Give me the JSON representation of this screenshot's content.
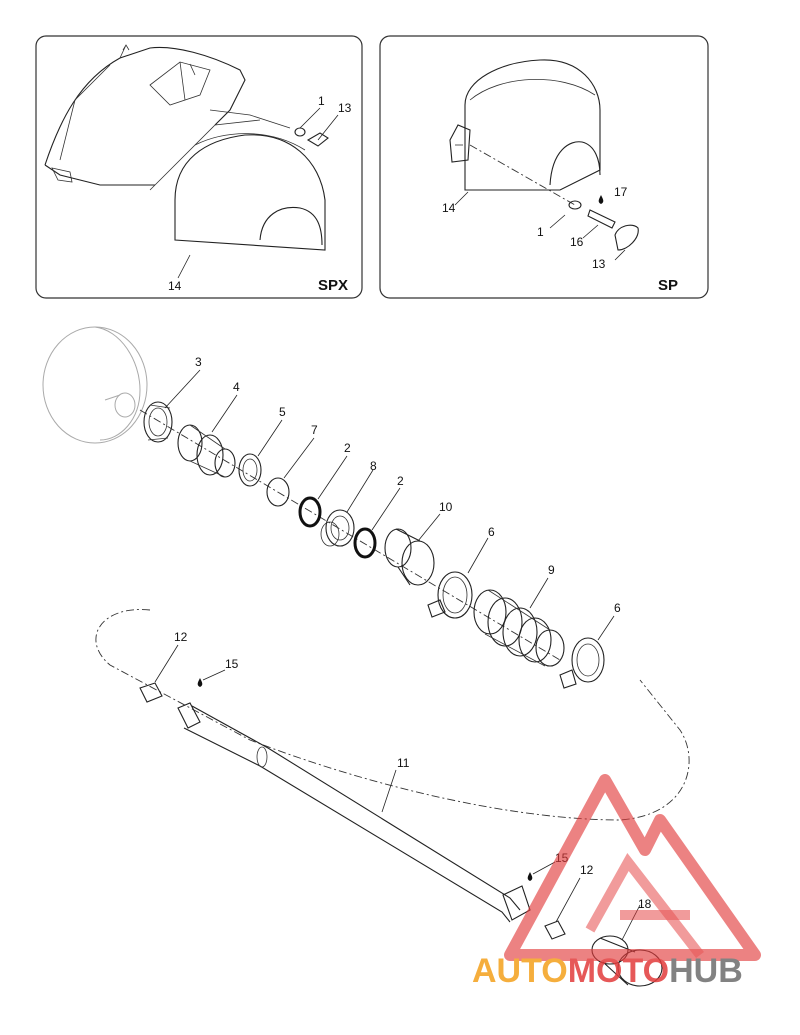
{
  "panels": {
    "left": {
      "label": "SPX"
    },
    "right": {
      "label": "SP"
    }
  },
  "callouts": {
    "spx_1": "1",
    "spx_13": "13",
    "spx_14": "14",
    "sp_17": "17",
    "sp_14": "14",
    "sp_1": "1",
    "sp_16": "16",
    "sp_13": "13",
    "m_3": "3",
    "m_4": "4",
    "m_5": "5",
    "m_7": "7",
    "m_2a": "2",
    "m_8": "8",
    "m_2b": "2",
    "m_10": "10",
    "m_6a": "6",
    "m_9": "9",
    "m_6b": "6",
    "m_12a": "12",
    "m_15a": "15",
    "m_11": "11",
    "m_15b": "15",
    "m_12b": "12",
    "m_18": "18"
  },
  "watermark": {
    "part1": "AUTO",
    "part2": "MOTO",
    "part3": "HUB"
  },
  "colors": {
    "watermark_red": "#e23b3b",
    "watermark_orange": "#f4a11c",
    "watermark_gray": "#6d6d6d",
    "ink": "#222222"
  }
}
